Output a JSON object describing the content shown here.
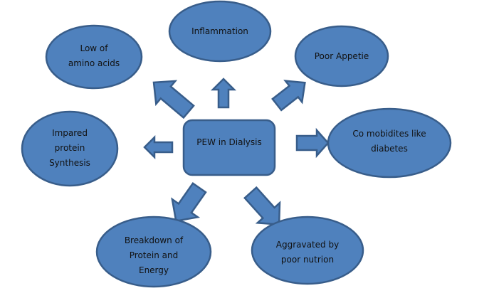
{
  "diagram": {
    "title": "PEW in Dialysis",
    "colors": {
      "fill": "#4f81bd",
      "stroke": "#385d8a",
      "text": "#111111"
    },
    "center": {
      "id": "center",
      "label": [
        "PEW in Dialysis"
      ]
    },
    "nodes": [
      {
        "id": "amino",
        "label": [
          "Low of",
          "amino acids"
        ]
      },
      {
        "id": "inflammation",
        "label": [
          "Inflammation"
        ]
      },
      {
        "id": "appetite",
        "label": [
          "Poor Appetie"
        ]
      },
      {
        "id": "protein-synthesis",
        "label": [
          "Impared",
          "protein",
          "Synthesis"
        ]
      },
      {
        "id": "comorbidities",
        "label": [
          "Co mobidites like",
          "diabetes"
        ]
      },
      {
        "id": "breakdown",
        "label": [
          "Breakdown of",
          "Protein and",
          "Energy"
        ]
      },
      {
        "id": "nutrition",
        "label": [
          "Aggravated by",
          "poor nutrion"
        ]
      }
    ],
    "edges": [
      {
        "from": "center",
        "to": "amino"
      },
      {
        "from": "center",
        "to": "inflammation"
      },
      {
        "from": "center",
        "to": "appetite"
      },
      {
        "from": "center",
        "to": "protein-synthesis"
      },
      {
        "from": "center",
        "to": "comorbidities"
      },
      {
        "from": "center",
        "to": "breakdown"
      },
      {
        "from": "center",
        "to": "nutrition"
      }
    ]
  }
}
